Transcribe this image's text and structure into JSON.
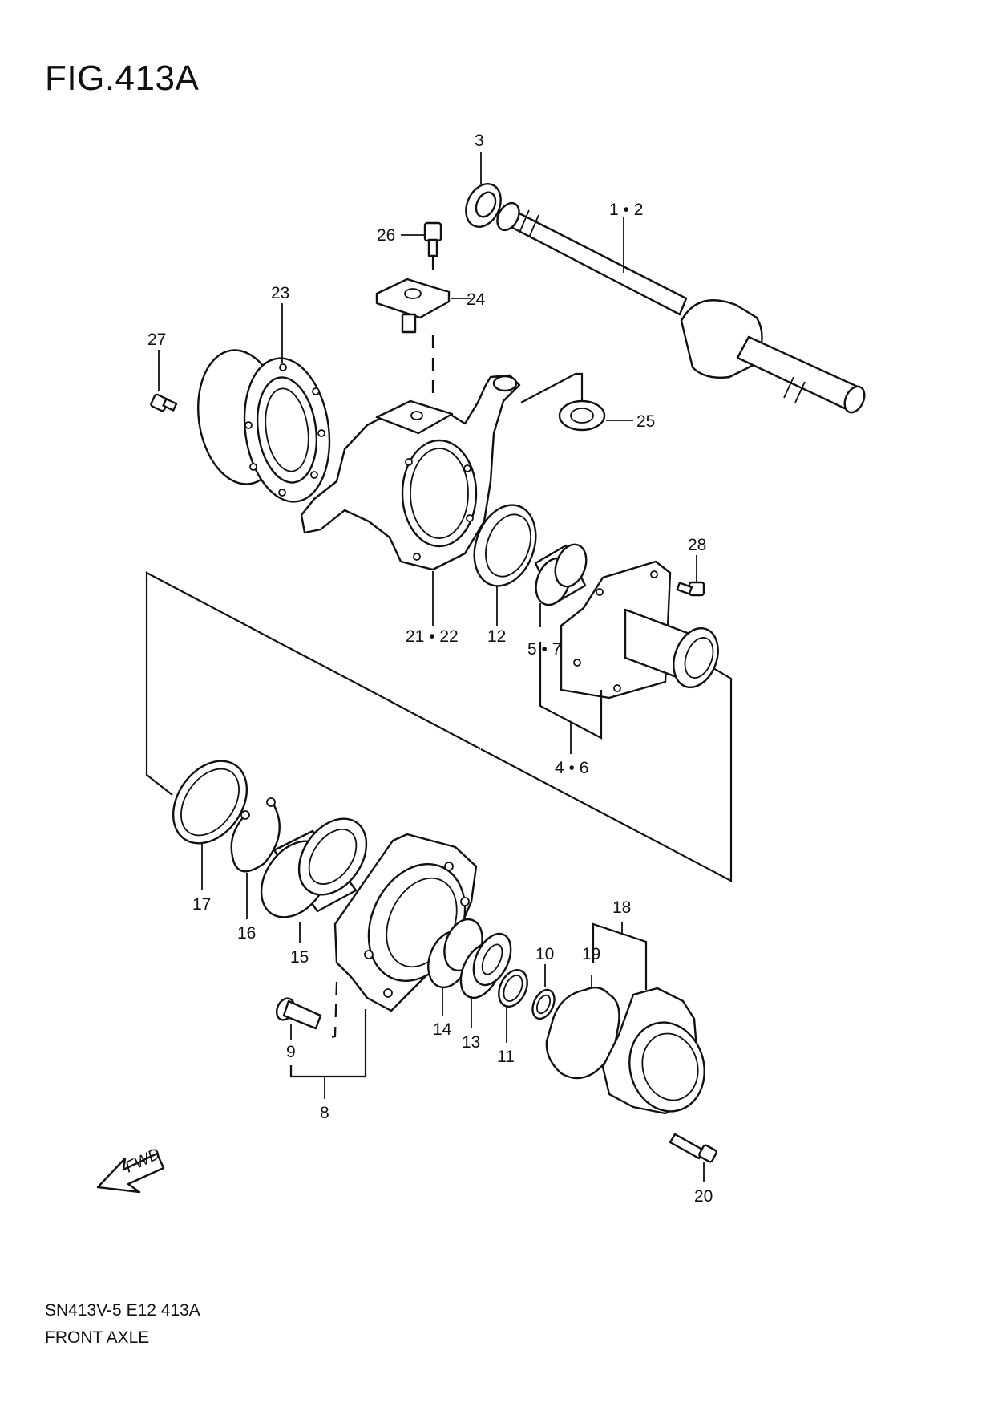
{
  "figure": {
    "title": "FIG.413A"
  },
  "footer": {
    "code": "SN413V-5 E12 413A",
    "name": "FRONT AXLE"
  },
  "arrow": {
    "label": "FWD"
  },
  "callouts": {
    "c1_2": "1 • 2",
    "c3": "3",
    "c4_6": "4 • 6",
    "c5_7": "5 • 7",
    "c8": "8",
    "c9": "9",
    "c10": "10",
    "c11": "11",
    "c12": "12",
    "c13": "13",
    "c14": "14",
    "c15": "15",
    "c16": "16",
    "c17": "17",
    "c18": "18",
    "c19": "19",
    "c20": "20",
    "c21_22": "21 • 22",
    "c23": "23",
    "c24": "24",
    "c25": "25",
    "c26": "26",
    "c27": "27",
    "c28": "28"
  }
}
